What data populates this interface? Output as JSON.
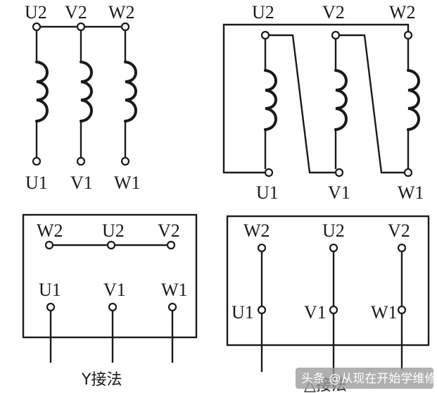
{
  "panels": {
    "winding_star": {
      "top_labels": [
        "U2",
        "V2",
        "W2"
      ],
      "bottom_labels": [
        "U1",
        "V1",
        "W1"
      ]
    },
    "winding_delta": {
      "top_labels": [
        "U2",
        "V2",
        "W2"
      ],
      "bottom_labels": [
        "U1",
        "V1",
        "W1"
      ]
    },
    "box_star": {
      "top_labels": [
        "W2",
        "U2",
        "V2"
      ],
      "bottom_labels": [
        "U1",
        "V1",
        "W1"
      ],
      "caption": "Y接法"
    },
    "box_delta": {
      "top_labels": [
        "W2",
        "U2",
        "V2"
      ],
      "bottom_labels": [
        "U1",
        "V1",
        "W1"
      ],
      "caption": "△接法"
    }
  },
  "watermark": {
    "text": "头条 @从现在开始学维修",
    "background": "#9a9a9a"
  },
  "colors": {
    "line": "#1a1a1a",
    "background": "#ffffff"
  }
}
